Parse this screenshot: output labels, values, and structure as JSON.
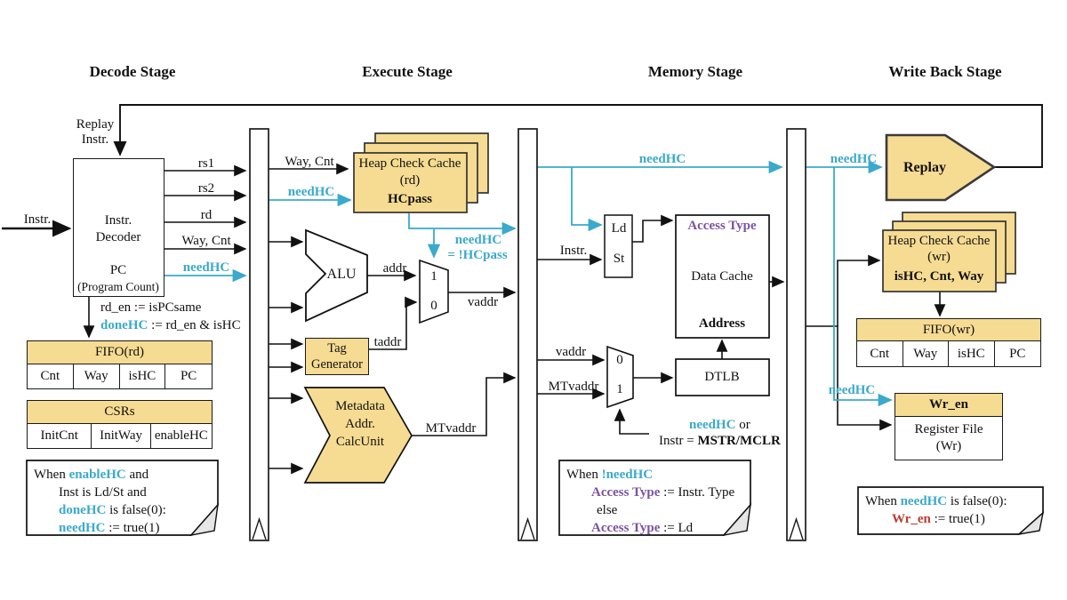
{
  "colors": {
    "cyan": "#3BA9CB",
    "purple": "#7B52A3",
    "red": "#BE3A31",
    "yellow": "#F6DB92"
  },
  "stages": {
    "decode": "Decode Stage",
    "execute": "Execute Stage",
    "memory": "Memory Stage",
    "writeback": "Write Back Stage"
  },
  "decode": {
    "instr_in": "Instr.",
    "replay_line1": "Replay",
    "replay_line2": "Instr.",
    "decoder_line1": "Instr.",
    "decoder_line2": "Decoder",
    "decoder_line3": "PC",
    "decoder_line4": "(Program Count)",
    "out_rs1": "rs1",
    "out_rs2": "rs2",
    "out_rd": "rd",
    "out_waycnt": "Way, Cnt",
    "out_needhc": "needHC",
    "eq1": "rd_en := isPCsame",
    "eq2_hl": "doneHC",
    "eq2_rest": " :=  rd_en & isHC",
    "fifo": {
      "title": "FIFO(rd)",
      "c1": "Cnt",
      "c2": "Way",
      "c3": "isHC",
      "c4": "PC"
    },
    "csrs": {
      "title": "CSRs",
      "c1": "InitCnt",
      "c2": "InitWay",
      "c3": "enableHC"
    },
    "note": {
      "l1a": "When ",
      "l1b": "enableHC",
      "l1c": " and",
      "l2": "Inst is Ld/St and",
      "l3a": "doneHC",
      "l3b": " is false(0):",
      "l4a": "needHC",
      "l4b": " := true(1)"
    }
  },
  "execute": {
    "waycnt": "Way, Cnt",
    "needhc": "needHC",
    "hcc_line1": "Heap Check Cache",
    "hcc_line2": "(rd)",
    "hcc_line3": "HCpass",
    "needhc_eq_l1": "needHC",
    "needhc_eq_l2": "= !HCpass",
    "alu": "ALU",
    "addr": "addr",
    "mux_top": "1",
    "mux_bottom": "0",
    "tag_line1": "Tag",
    "tag_line2": "Generator",
    "taddr": "taddr",
    "vaddr": "vaddr",
    "meta_line1": "Metadata",
    "meta_line2": "Addr.",
    "meta_line3": "CalcUnit",
    "mtvaddr": "MTvaddr"
  },
  "memory": {
    "needhc": "needHC",
    "instr": "Instr.",
    "ld": "Ld",
    "st": "St",
    "access_type": "Access Type",
    "data_cache": "Data Cache",
    "address": "Address",
    "vaddr": "vaddr",
    "mtvaddr": "MTvaddr",
    "mux_top": "0",
    "mux_bottom": "1",
    "dtlb": "DTLB",
    "sel_l1a": "needHC",
    "sel_l1b": " or",
    "sel_l2a": "Instr = ",
    "sel_l2b": "MSTR/MCLR",
    "note": {
      "l1a": "When ",
      "l1b": "!needHC",
      "l2a": "Access Type",
      "l2b": " := Instr. Type",
      "l3": "else",
      "l4a": "Access Type",
      "l4b": " := Ld"
    }
  },
  "writeback": {
    "needhc_top": "needHC",
    "replay": "Replay",
    "hcc_line1": "Heap Check Cache",
    "hcc_line2": "(wr)",
    "hcc_line3": "isHC, Cnt, Way",
    "fifo": {
      "title": "FIFO(wr)",
      "c1": "Cnt",
      "c2": "Way",
      "c3": "isHC",
      "c4": "PC"
    },
    "needhc_wr": "needHC",
    "wren": "Wr_en",
    "rf_line1": "Register File",
    "rf_line2": "(Wr)",
    "note": {
      "l1a": "When ",
      "l1b": "needHC",
      "l1c": " is false(0):",
      "l2a": "Wr_en",
      "l2b": " := true(1)"
    }
  }
}
